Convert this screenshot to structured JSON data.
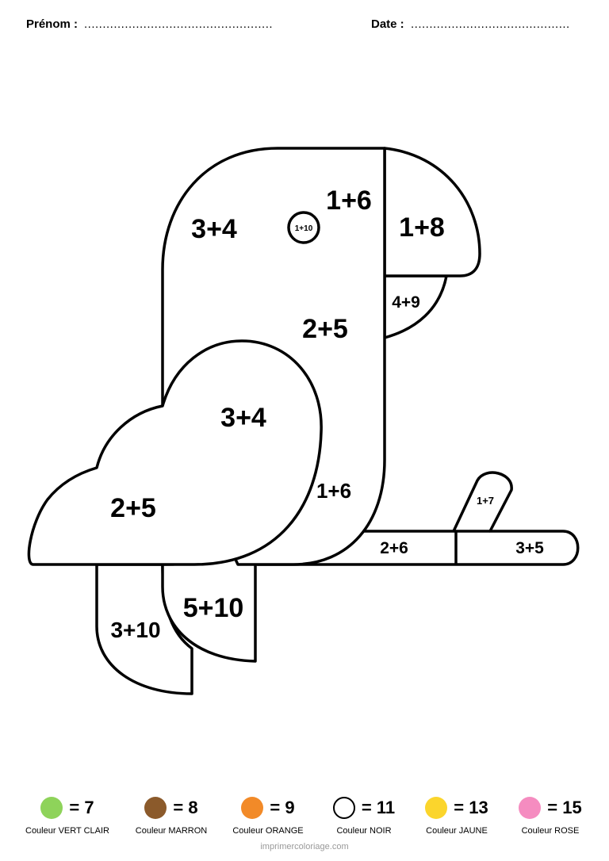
{
  "header": {
    "name_label": "Prénom :",
    "name_dots": "...................................................",
    "date_label": "Date :",
    "date_dots": "..........................................."
  },
  "drawing": {
    "labels": {
      "head": "3+4",
      "eye": "1+10",
      "crown": "1+6",
      "upper_beak": "1+8",
      "lower_beak": "4+9",
      "chest": "2+5",
      "wing_top": "3+4",
      "wing_bottom": "2+5",
      "belly": "1+6",
      "branch_tip": "1+7",
      "branch_left": "2+6",
      "branch_right": "3+5",
      "tail_left": "3+10",
      "tail_right": "5+10"
    }
  },
  "legend": [
    {
      "value": "= 7",
      "name": "Couleur VERT CLAIR",
      "color": "#8ed35a"
    },
    {
      "value": "= 8",
      "name": "Couleur MARRON",
      "color": "#8b5a2b"
    },
    {
      "value": "= 9",
      "name": "Couleur ORANGE",
      "color": "#f28a28"
    },
    {
      "value": "= 11",
      "name": "Couleur NOIR",
      "color": "#ffffff"
    },
    {
      "value": "= 13",
      "name": "Couleur JAUNE",
      "color": "#fbd52c"
    },
    {
      "value": "= 15",
      "name": "Couleur ROSE",
      "color": "#f58cc0"
    }
  ],
  "footer": "imprimercoloriage.com"
}
